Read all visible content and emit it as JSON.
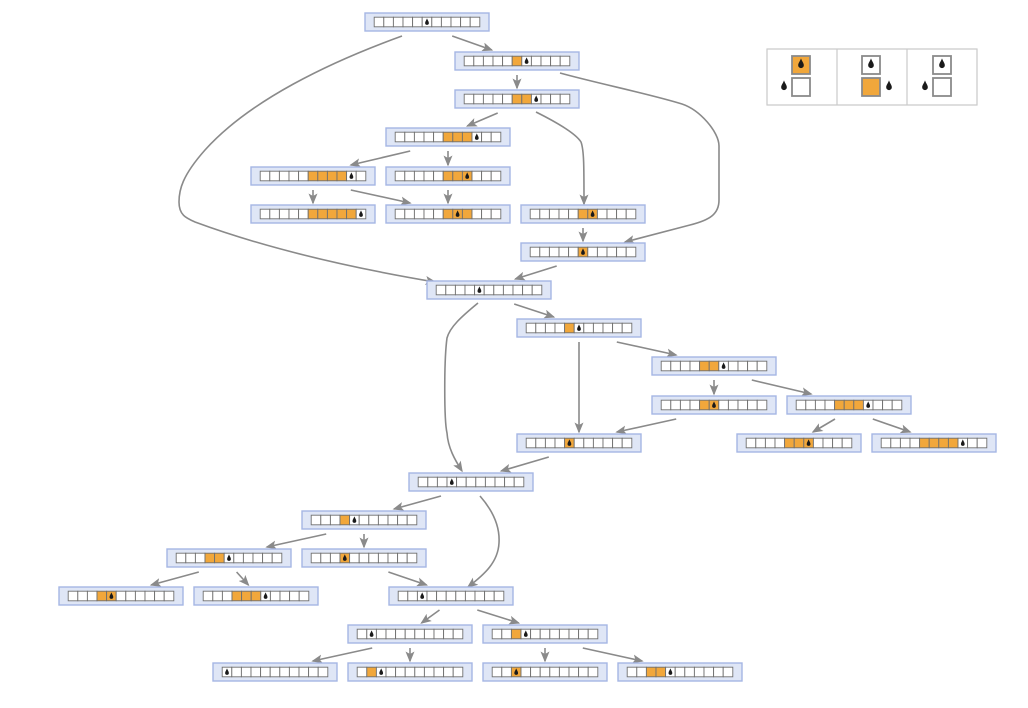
{
  "diagram": {
    "kind": "state-transition-graph",
    "colors": {
      "filled_cell": "#f1a73b",
      "empty_cell": "#ffffff",
      "node_fill": "#dfe6f6",
      "node_border": "#a5b6e4",
      "edge": "#8a8a8a",
      "head_marker": "#1a1a1a"
    },
    "icons": {
      "head": "droplet-icon",
      "arrow": "arrowhead"
    },
    "states": [
      {
        "id": "s01",
        "cells": [
          0,
          0,
          0,
          0,
          0,
          0,
          0,
          0,
          0,
          0,
          0
        ],
        "head": 5
      },
      {
        "id": "s02",
        "cells": [
          0,
          0,
          0,
          0,
          0,
          1,
          0,
          0,
          0,
          0,
          0
        ],
        "head": 6
      },
      {
        "id": "s03",
        "cells": [
          0,
          0,
          0,
          0,
          0,
          1,
          1,
          0,
          0,
          0,
          0
        ],
        "head": 7
      },
      {
        "id": "s04",
        "cells": [
          0,
          0,
          0,
          0,
          0,
          1,
          1,
          1,
          0,
          0,
          0
        ],
        "head": 8
      },
      {
        "id": "s05",
        "cells": [
          0,
          0,
          0,
          0,
          0,
          1,
          1,
          1,
          1,
          0,
          0
        ],
        "head": 9
      },
      {
        "id": "s06",
        "cells": [
          0,
          0,
          0,
          0,
          0,
          1,
          1,
          1,
          0,
          0,
          0
        ],
        "head": 7
      },
      {
        "id": "s07",
        "cells": [
          0,
          0,
          0,
          0,
          0,
          1,
          1,
          1,
          1,
          1,
          0
        ],
        "head": 10
      },
      {
        "id": "s08",
        "cells": [
          0,
          0,
          0,
          0,
          0,
          1,
          1,
          1,
          0,
          0,
          0
        ],
        "head": 6
      },
      {
        "id": "s09",
        "cells": [
          0,
          0,
          0,
          0,
          0,
          1,
          1,
          0,
          0,
          0,
          0
        ],
        "head": 6
      },
      {
        "id": "s10",
        "cells": [
          0,
          0,
          0,
          0,
          0,
          1,
          0,
          0,
          0,
          0,
          0
        ],
        "head": 5
      },
      {
        "id": "s11",
        "cells": [
          0,
          0,
          0,
          0,
          0,
          0,
          0,
          0,
          0,
          0,
          0
        ],
        "head": 4
      },
      {
        "id": "s12",
        "cells": [
          0,
          0,
          0,
          0,
          1,
          0,
          0,
          0,
          0,
          0,
          0
        ],
        "head": 5
      },
      {
        "id": "s13",
        "cells": [
          0,
          0,
          0,
          0,
          1,
          1,
          0,
          0,
          0,
          0,
          0
        ],
        "head": 6
      },
      {
        "id": "s14",
        "cells": [
          0,
          0,
          0,
          0,
          1,
          1,
          0,
          0,
          0,
          0,
          0
        ],
        "head": 5
      },
      {
        "id": "s15",
        "cells": [
          0,
          0,
          0,
          0,
          1,
          1,
          1,
          0,
          0,
          0,
          0
        ],
        "head": 7
      },
      {
        "id": "s16",
        "cells": [
          0,
          0,
          0,
          0,
          1,
          0,
          0,
          0,
          0,
          0,
          0
        ],
        "head": 4
      },
      {
        "id": "s17",
        "cells": [
          0,
          0,
          0,
          0,
          1,
          1,
          1,
          0,
          0,
          0,
          0
        ],
        "head": 6
      },
      {
        "id": "s18",
        "cells": [
          0,
          0,
          0,
          0,
          1,
          1,
          1,
          1,
          0,
          0,
          0
        ],
        "head": 8
      },
      {
        "id": "s19",
        "cells": [
          0,
          0,
          0,
          0,
          0,
          0,
          0,
          0,
          0,
          0,
          0
        ],
        "head": 3
      },
      {
        "id": "s20",
        "cells": [
          0,
          0,
          0,
          1,
          0,
          0,
          0,
          0,
          0,
          0,
          0
        ],
        "head": 4
      },
      {
        "id": "s21",
        "cells": [
          0,
          0,
          0,
          1,
          1,
          0,
          0,
          0,
          0,
          0,
          0
        ],
        "head": 5
      },
      {
        "id": "s22",
        "cells": [
          0,
          0,
          0,
          1,
          0,
          0,
          0,
          0,
          0,
          0,
          0
        ],
        "head": 3
      },
      {
        "id": "s23",
        "cells": [
          0,
          0,
          0,
          1,
          1,
          0,
          0,
          0,
          0,
          0,
          0
        ],
        "head": 4
      },
      {
        "id": "s24",
        "cells": [
          0,
          0,
          0,
          1,
          1,
          1,
          0,
          0,
          0,
          0,
          0
        ],
        "head": 6
      },
      {
        "id": "s25",
        "cells": [
          0,
          0,
          0,
          0,
          0,
          0,
          0,
          0,
          0,
          0,
          0
        ],
        "head": 2
      },
      {
        "id": "s26",
        "cells": [
          0,
          0,
          0,
          0,
          0,
          0,
          0,
          0,
          0,
          0,
          0
        ],
        "head": 1
      },
      {
        "id": "s27",
        "cells": [
          0,
          0,
          1,
          0,
          0,
          0,
          0,
          0,
          0,
          0,
          0
        ],
        "head": 3
      },
      {
        "id": "s28",
        "cells": [
          0,
          0,
          0,
          0,
          0,
          0,
          0,
          0,
          0,
          0,
          0
        ],
        "head": 0
      },
      {
        "id": "s29",
        "cells": [
          0,
          1,
          0,
          0,
          0,
          0,
          0,
          0,
          0,
          0,
          0
        ],
        "head": 2
      },
      {
        "id": "s30",
        "cells": [
          0,
          0,
          1,
          0,
          0,
          0,
          0,
          0,
          0,
          0,
          0
        ],
        "head": 2
      },
      {
        "id": "s31",
        "cells": [
          0,
          0,
          1,
          1,
          0,
          0,
          0,
          0,
          0,
          0,
          0
        ],
        "head": 4
      }
    ],
    "transitions": [
      [
        "s01",
        "s02"
      ],
      [
        "s01",
        "s11"
      ],
      [
        "s02",
        "s03"
      ],
      [
        "s02",
        "s10"
      ],
      [
        "s03",
        "s04"
      ],
      [
        "s03",
        "s09"
      ],
      [
        "s04",
        "s05"
      ],
      [
        "s04",
        "s06"
      ],
      [
        "s05",
        "s07"
      ],
      [
        "s05",
        "s08"
      ],
      [
        "s06",
        "s08"
      ],
      [
        "s09",
        "s10"
      ],
      [
        "s10",
        "s11"
      ],
      [
        "s11",
        "s12"
      ],
      [
        "s11",
        "s19"
      ],
      [
        "s12",
        "s13"
      ],
      [
        "s12",
        "s16"
      ],
      [
        "s13",
        "s14"
      ],
      [
        "s13",
        "s15"
      ],
      [
        "s14",
        "s16"
      ],
      [
        "s15",
        "s17"
      ],
      [
        "s15",
        "s18"
      ],
      [
        "s16",
        "s19"
      ],
      [
        "s19",
        "s20"
      ],
      [
        "s19",
        "s25"
      ],
      [
        "s20",
        "s21"
      ],
      [
        "s20",
        "s22"
      ],
      [
        "s21",
        "s23"
      ],
      [
        "s21",
        "s24"
      ],
      [
        "s22",
        "s25"
      ],
      [
        "s25",
        "s26"
      ],
      [
        "s25",
        "s27"
      ],
      [
        "s26",
        "s28"
      ],
      [
        "s26",
        "s29"
      ],
      [
        "s27",
        "s30"
      ],
      [
        "s27",
        "s31"
      ]
    ],
    "rule_legend": [
      {
        "id": "rule-1",
        "top": "filled-with-head",
        "bottom_left": "head",
        "bottom_right": "empty"
      },
      {
        "id": "rule-2",
        "top": "empty-with-head",
        "bottom_left": "filled",
        "bottom_right": "head"
      },
      {
        "id": "rule-3",
        "top": "empty-with-head",
        "bottom_left": "head",
        "bottom_right": "empty"
      }
    ]
  }
}
